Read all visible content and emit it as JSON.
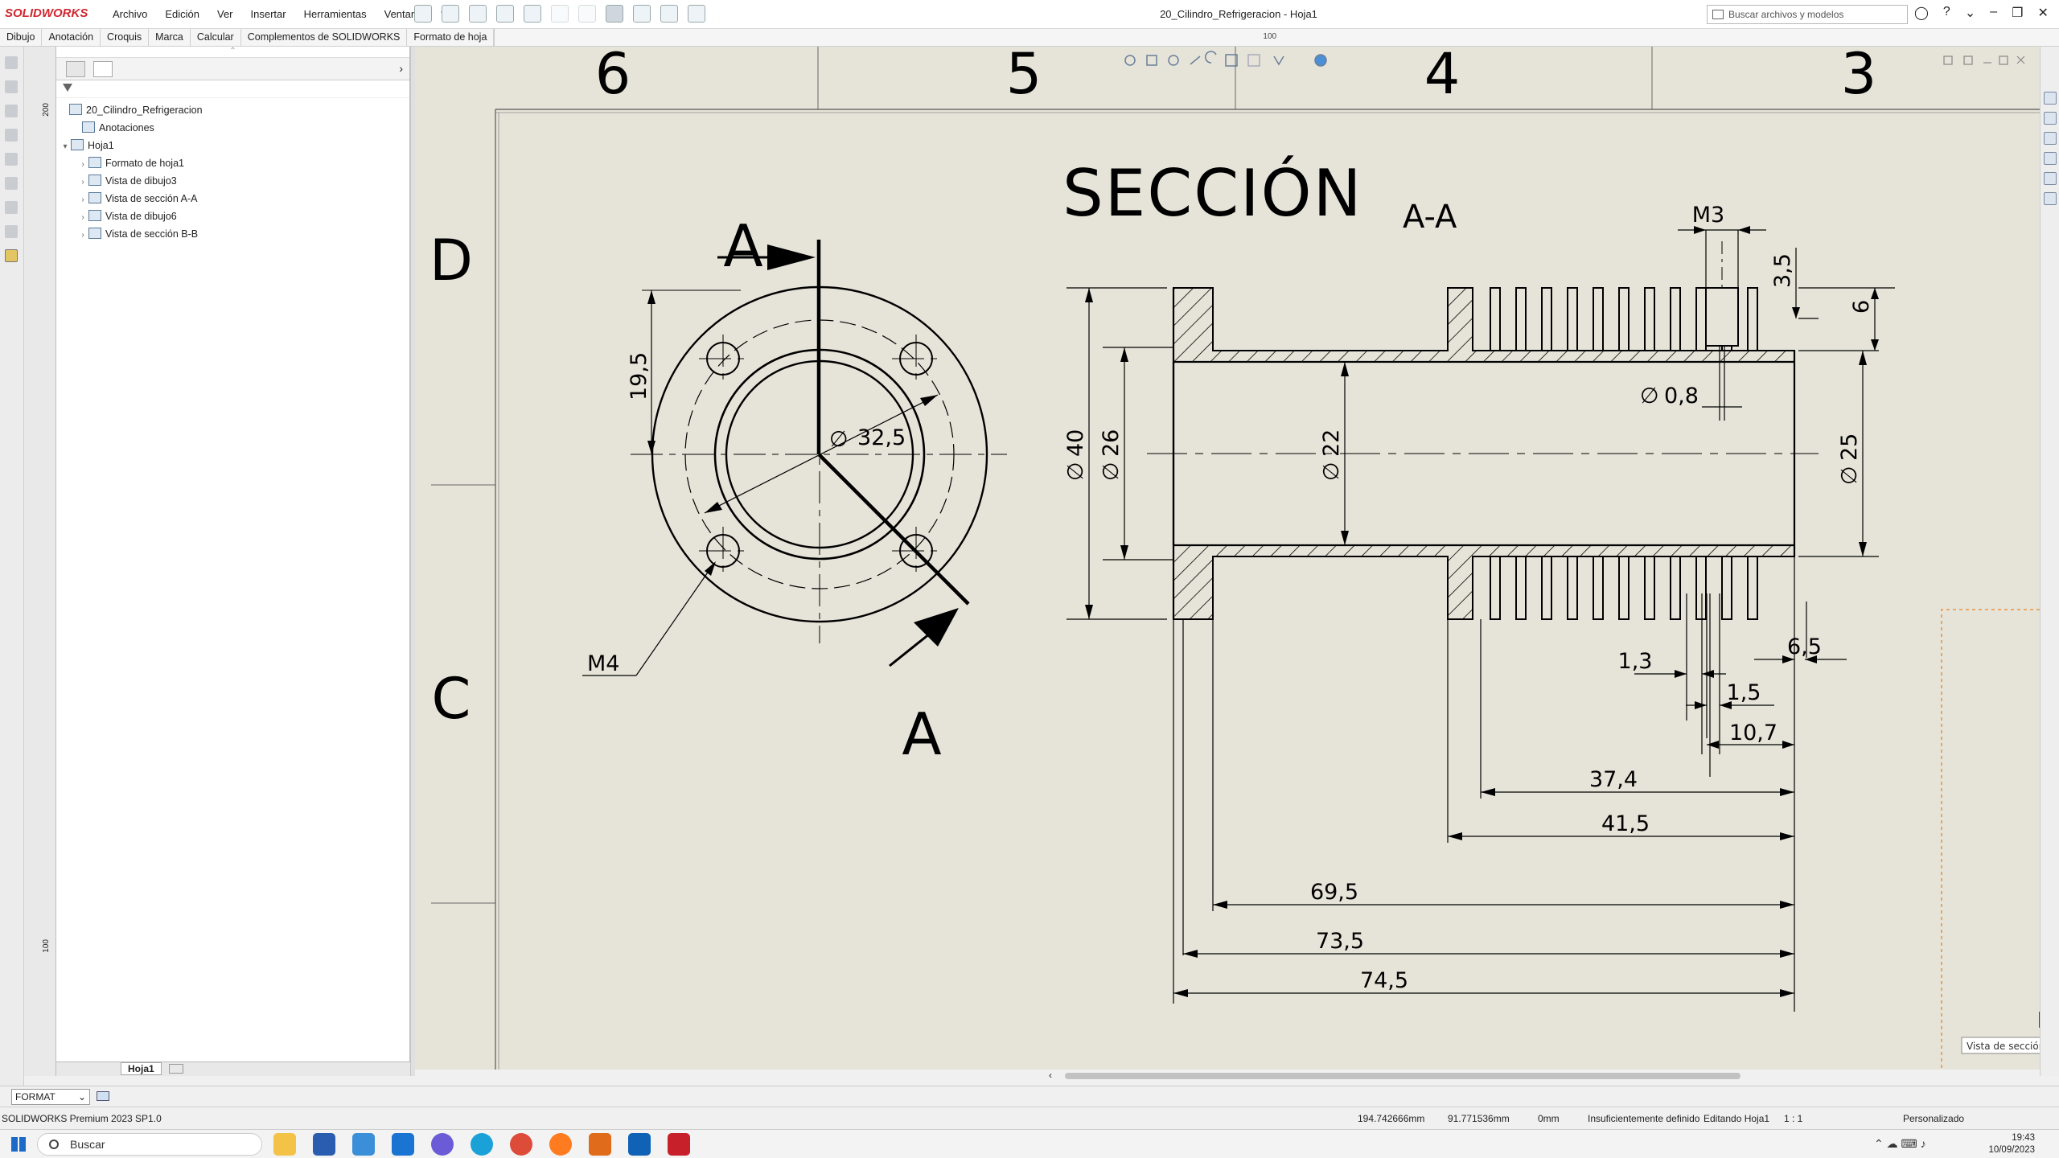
{
  "app": {
    "logo": "SOLIDWORKS",
    "document_title": "20_Cilindro_Refrigeracion - Hoja1",
    "menu": [
      "Archivo",
      "Edición",
      "Ver",
      "Insertar",
      "Herramientas",
      "Ventana"
    ],
    "search_placeholder": "Buscar archivos y modelos"
  },
  "command_tabs": [
    "Dibujo",
    "Anotación",
    "Croquis",
    "Marca",
    "Calcular",
    "Complementos de SOLIDWORKS",
    "Formato de hoja"
  ],
  "top_ruler": {
    "label": "100"
  },
  "side_ruler": {
    "top": "200",
    "bottom": "100"
  },
  "feature_tree": {
    "items": [
      {
        "label": "20_Cilindro_Refrigeracion",
        "level": 0,
        "expander": ""
      },
      {
        "label": "Anotaciones",
        "level": 1,
        "expander": ""
      },
      {
        "label": "Hoja1",
        "level": 1,
        "expander": "▾"
      },
      {
        "label": "Formato de hoja1",
        "level": 2,
        "expander": "›"
      },
      {
        "label": "Vista de dibujo3",
        "level": 2,
        "expander": "›"
      },
      {
        "label": "Vista de sección A-A",
        "level": 2,
        "expander": "›"
      },
      {
        "label": "Vista de dibujo6",
        "level": 2,
        "expander": "›"
      },
      {
        "label": "Vista de sección B-B",
        "level": 2,
        "expander": "›"
      }
    ],
    "sheet_tab": "Hoja1"
  },
  "drawing": {
    "zone_columns": [
      "6",
      "5",
      "4",
      "3"
    ],
    "zone_rows": [
      "D",
      "C"
    ],
    "section_title": "SECCIÓN",
    "section_suffix": "A-A",
    "front_view": {
      "section_letter_top": "A",
      "section_letter_bottom": "A",
      "dim_diameter": "32,5",
      "dim_height": "19,5",
      "thread_note": "M4"
    },
    "section_view": {
      "diameters": {
        "outer": "40",
        "bore": "26",
        "inner": "22",
        "right": "25",
        "hole": "0,8"
      },
      "thread": "M3",
      "small_dims": [
        "3,5",
        "6",
        "6,5",
        "1,3",
        "1,5",
        "10,7"
      ],
      "lengths": [
        "37,4",
        "41,5",
        "69,5",
        "73,5",
        "74,5"
      ]
    },
    "tooltip": "Vista de sección B-B"
  },
  "format_bar": {
    "selected": "FORMAT"
  },
  "status_bar": {
    "product": "SOLIDWORKS Premium 2023 SP1.0",
    "x_coord": "194.742666mm",
    "y_coord": "91.771536mm",
    "z_coord": "0mm",
    "definition": "Insuficientemente definido",
    "editing": "Editando Hoja1",
    "scale": "1 : 1",
    "units": "Personalizado"
  },
  "taskbar": {
    "search_placeholder": "Buscar",
    "time": "19:43",
    "date": "10/09/2023"
  },
  "colors": {
    "sheet_background": "#e6e4d9",
    "ink": "#000000",
    "solidworks_red": "#d22630",
    "hint_orange": "#e8832a"
  }
}
